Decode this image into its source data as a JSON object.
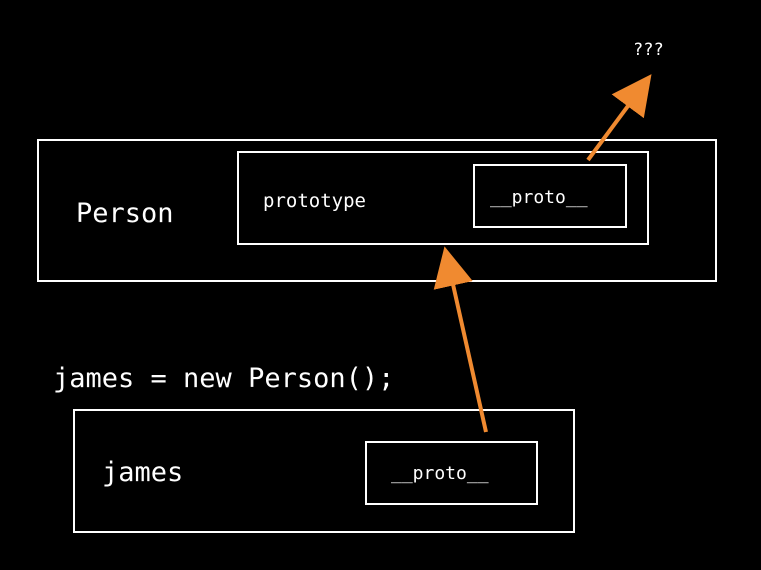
{
  "diagram": {
    "unknown_label": "???",
    "person": {
      "name_label": "Person",
      "prototype": {
        "label": "prototype",
        "proto_label": "__proto__"
      }
    },
    "statement": "james = new Person();",
    "james": {
      "name_label": "james",
      "proto_label": "__proto__"
    },
    "colors": {
      "background": "#000000",
      "stroke": "#ffffff",
      "arrow": "#f08a30"
    }
  }
}
